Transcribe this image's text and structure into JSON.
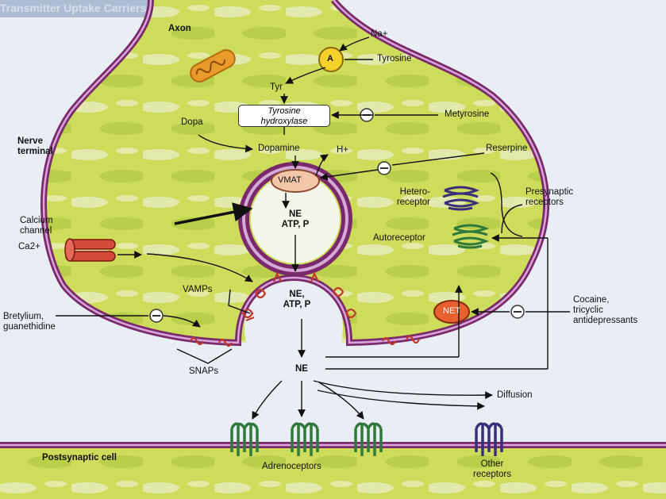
{
  "header": {
    "title_watermark": "Transmitter Uptake Carriers"
  },
  "labels": {
    "axon": "Axon",
    "na": "Na+",
    "a_carrier": "A",
    "tyrosine": "Tyrosine",
    "tyr": "Tyr",
    "enzyme_line1": "Tyrosine",
    "enzyme_line2": "hydroxylase",
    "metyrosine": "Metyrosine",
    "dopa": "Dopa",
    "nerve_terminal_line1": "Nerve",
    "nerve_terminal_line2": "terminal",
    "dopamine": "Dopamine",
    "h_plus": "H+",
    "reserpine": "Reserpine",
    "vmat": "VMAT",
    "vesicle_ne": "NE",
    "vesicle_atp": "ATP, P",
    "heteroreceptor_line1": "Hetero-",
    "heteroreceptor_line2": "receptor",
    "presynaptic_line1": "Presynaptic",
    "presynaptic_line2": "receptors",
    "autoreceptor": "Autoreceptor",
    "calcium_line1": "Calcium",
    "calcium_line2": "channel",
    "ca": "Ca2+",
    "vamps": "VAMPs",
    "fusion_ne": "NE,",
    "fusion_atp": "ATP, P",
    "net": "NET",
    "cocaine_line1": "Cocaine,",
    "cocaine_line2": "tricyclic",
    "cocaine_line3": "antidepressants",
    "bretylium_line1": "Bretylium,",
    "bretylium_line2": "guanethidine",
    "snaps": "SNAPs",
    "ne_cleft": "NE",
    "diffusion": "Diffusion",
    "postsynaptic": "Postsynaptic cell",
    "adrenoceptors": "Adrenoceptors",
    "other_line1": "Other",
    "other_line2": "receptors"
  },
  "colors": {
    "membrane": "#7a2a6a",
    "membrane_inner": "#c99ad0",
    "cytoplasm": "#c2d64a",
    "carrier_a": "#f5d22a",
    "vmat": "#f3c6a8",
    "net": "#e8602e",
    "adrenoceptor": "#2e7a3a",
    "heteroreceptor": "#3a2f7a",
    "snare": "#c0392b",
    "mitochondrion": "#e89a2a"
  }
}
